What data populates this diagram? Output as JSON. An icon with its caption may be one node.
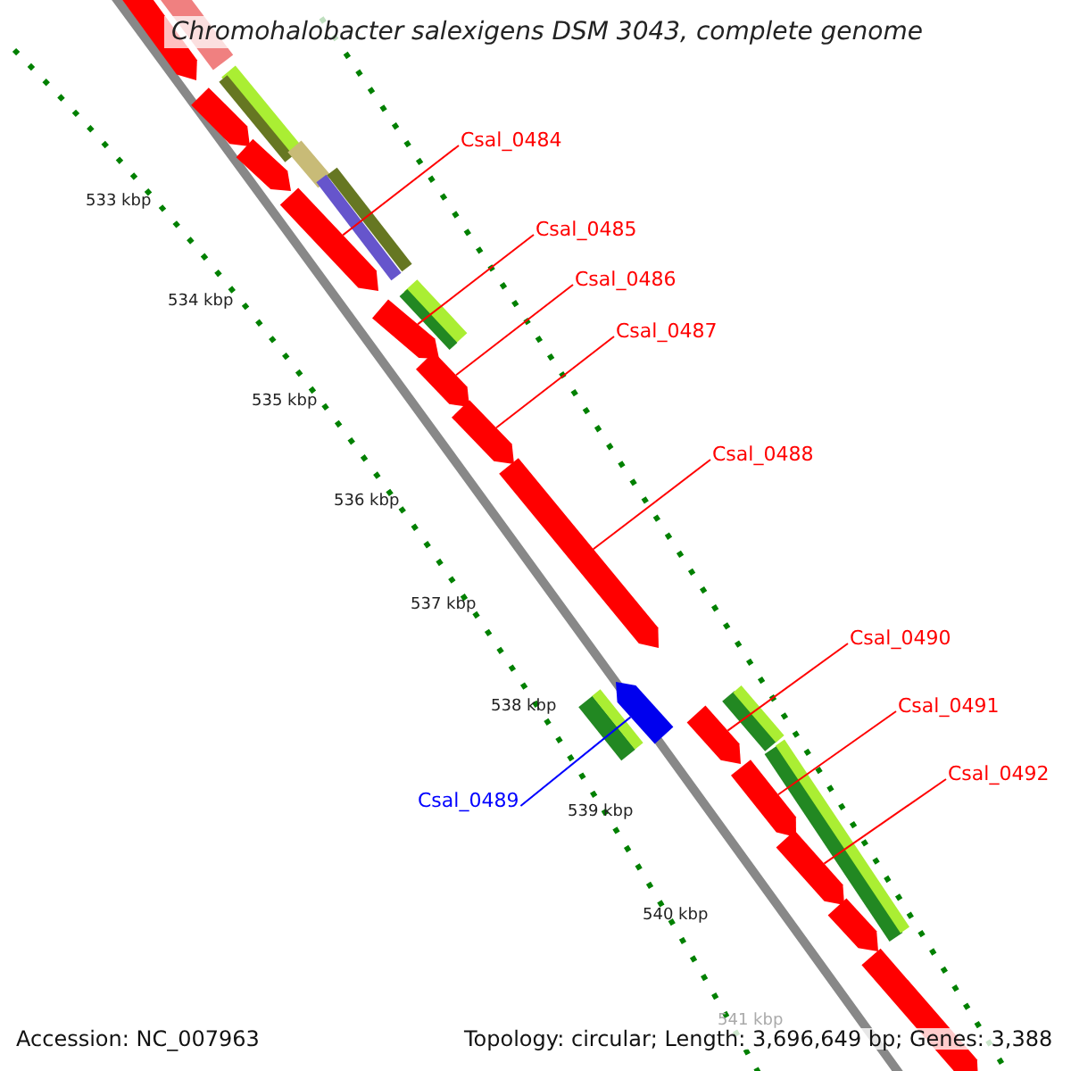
{
  "diagram": {
    "title": "Chromohalobacter salexigens DSM 3043, complete genome",
    "nodes": [
      {
        "text": [
          "Csal_0484"
        ]
      },
      {
        "text": [
          "Csal_0485"
        ]
      },
      {
        "text": [
          "Csal_0486"
        ]
      },
      {
        "text": [
          "Csal_0487"
        ]
      },
      {
        "text": [
          "Csal_0488"
        ]
      },
      {
        "text": [
          "Csal_0489"
        ]
      },
      {
        "text": [
          "Csal_0490"
        ]
      },
      {
        "text": [
          "Csal_0491"
        ]
      },
      {
        "text": [
          "Csal_0492"
        ]
      },
      {
        "text": [],
        "shape": "arrow"
      },
      {
        "text": [],
        "shape": "arrow"
      },
      {
        "text": [],
        "shape": "arrow"
      },
      {
        "text": [],
        "shape": "arrow"
      },
      {
        "text": [],
        "shape": "arrow"
      },
      {
        "text": [],
        "shape": "arrow"
      },
      {
        "text": [],
        "shape": "arrow"
      },
      {
        "text": [],
        "shape": "arrow"
      },
      {
        "text": [],
        "shape": "arrow"
      },
      {
        "text": [],
        "shape": "arrow"
      },
      {
        "text": [],
        "shape": "arrow"
      },
      {
        "text": [],
        "shape": "arrow"
      },
      {
        "text": [],
        "shape": "arrow"
      },
      {
        "text": [],
        "shape": "arrow"
      }
    ],
    "edges": [
      {
        "from": 0,
        "to": 12,
        "arrow": "none"
      },
      {
        "from": 1,
        "to": 13,
        "arrow": "none"
      },
      {
        "from": 2,
        "to": 14,
        "arrow": "none"
      },
      {
        "from": 3,
        "to": 15,
        "arrow": "none"
      },
      {
        "from": 4,
        "to": 16,
        "arrow": "none"
      },
      {
        "from": 5,
        "to": 17,
        "arrow": "none",
        "color": "#0000ff"
      },
      {
        "from": 6,
        "to": 18,
        "arrow": "none"
      },
      {
        "from": 7,
        "to": 19,
        "arrow": "none"
      },
      {
        "from": 8,
        "to": 20,
        "arrow": "none"
      }
    ],
    "labels": [
      "533 kbp",
      "534 kbp",
      "535 kbp",
      "536 kbp",
      "537 kbp",
      "538 kbp",
      "539 kbp",
      "540 kbp",
      "541 kbp",
      "Accession: NC_007963",
      "Topology: circular; Length: 3,696,649 bp; Genes: 3,388"
    ]
  }
}
